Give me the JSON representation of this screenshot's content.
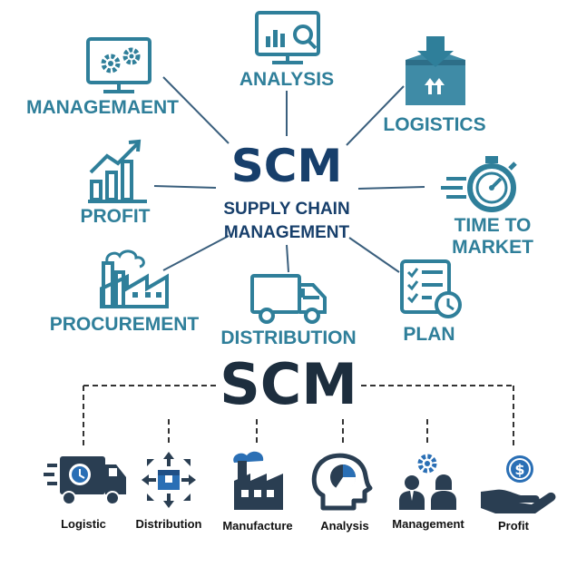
{
  "hub": {
    "title": "SCM",
    "line1": "SUPPLY CHAIN",
    "line2": "MANAGEMENT"
  },
  "top_nodes": {
    "analysis": "ANALYSIS",
    "management": "MANAGEMAENT",
    "logistics": "LOGISTICS",
    "profit": "PROFIT",
    "time_line1": "TIME TO",
    "time_line2": "MARKET",
    "procurement": "PROCUREMENT",
    "distribution": "DISTRIBUTION",
    "plan": "PLAN"
  },
  "bottom": {
    "title": "SCM",
    "items": [
      {
        "label": "Logistic"
      },
      {
        "label": "Distribution"
      },
      {
        "label": "Manufacture"
      },
      {
        "label": "Analysis"
      },
      {
        "label": "Management"
      },
      {
        "label": "Profit"
      }
    ]
  },
  "colors": {
    "teal": "#2f7f9a",
    "navy": "#173f6b",
    "dark": "#1d2e3e",
    "accent_blue": "#2a6fb5"
  },
  "icons": [
    "monitor-gears-icon",
    "monitor-chart-magnifier-icon",
    "box-down-arrow-icon",
    "bar-chart-up-icon",
    "stopwatch-icon",
    "factory-icon",
    "truck-icon",
    "checklist-clock-icon",
    "delivery-truck-clock-icon",
    "box-arrows-icon",
    "factory-gear-icon",
    "head-pie-chart-icon",
    "team-gear-icon",
    "hand-coin-icon"
  ]
}
